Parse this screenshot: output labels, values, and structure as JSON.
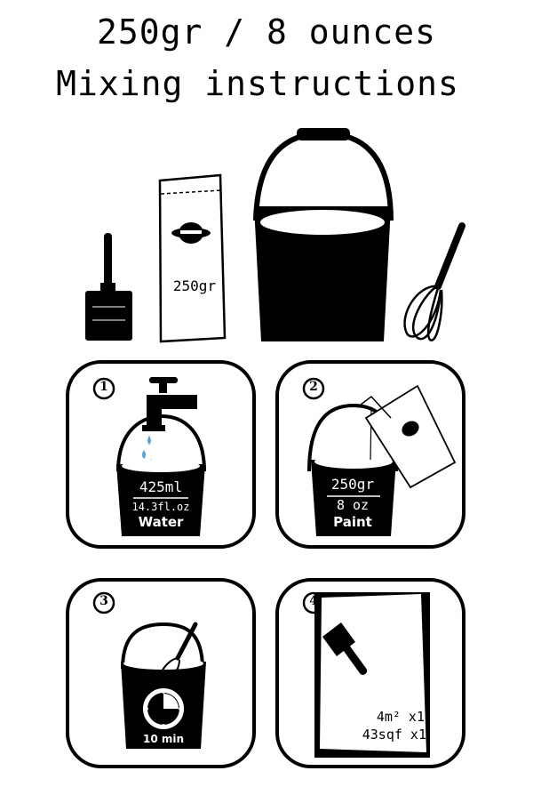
{
  "title_line1": "250gr / 8 ounces",
  "title_line2": "Mixing instructions",
  "supplies": {
    "bag_label": "250gr",
    "icons": [
      "paintbrush-icon",
      "paint-bag-icon",
      "bucket-icon",
      "whisk-icon"
    ]
  },
  "steps": [
    {
      "number": "1",
      "amount": "425ml",
      "amount_alt": "14.3fl.oz",
      "name": "Water"
    },
    {
      "number": "2",
      "amount": "250gr",
      "amount_alt": "8 oz",
      "name": "Paint"
    },
    {
      "number": "3",
      "time": "10 min"
    },
    {
      "number": "4",
      "coverage_metric": "4m² x1",
      "coverage_imperial": "43sqf x1"
    }
  ],
  "colors": {
    "ink": "#000000",
    "water": "#5aa3d6",
    "paper": "#ffffff"
  }
}
